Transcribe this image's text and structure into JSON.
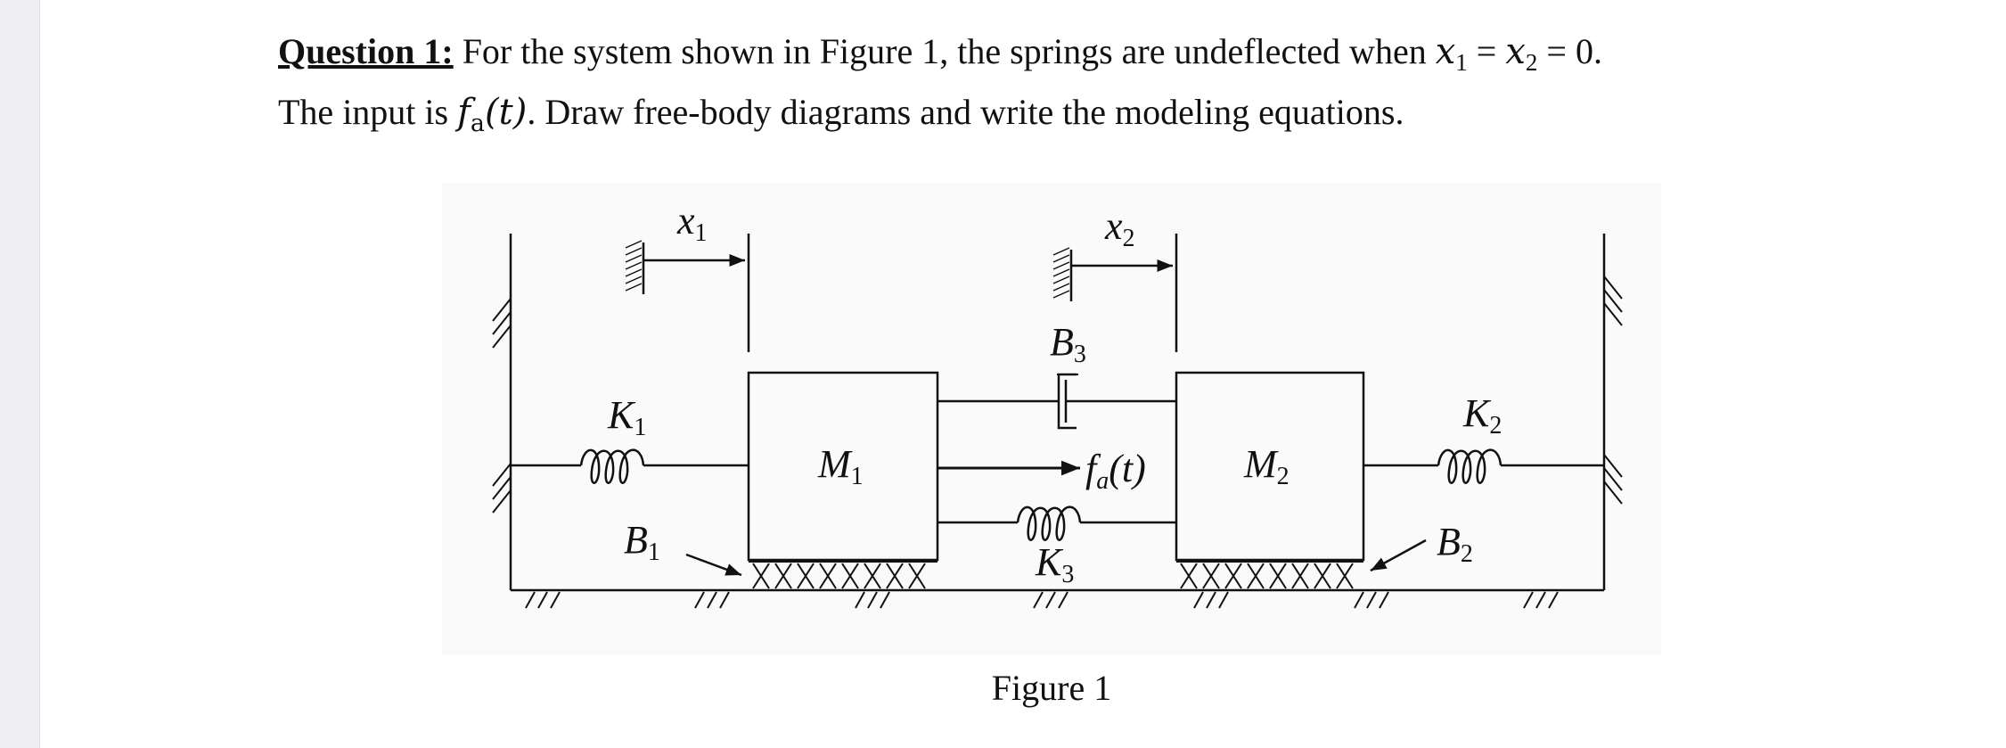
{
  "question": {
    "label": "Question 1:",
    "line1_text": " For the system shown in Figure 1, the springs are undeflected when ",
    "var_x1": "x",
    "sub_1": "1",
    "equals": " = ",
    "var_x2": "x",
    "sub_2": "2",
    "zero": " = 0.",
    "line2_prefix": "The input is ",
    "var_f": "f",
    "sub_a": "a",
    "arg_t": "(t)",
    "line2_suffix": ". Draw free-body diagrams and write the modeling equations."
  },
  "figure": {
    "caption": "Figure 1",
    "labels": {
      "x1": "x",
      "x1_sub": "1",
      "x2": "x",
      "x2_sub": "2",
      "K1": "K",
      "K1_sub": "1",
      "B1": "B",
      "B1_sub": "1",
      "M1": "M",
      "M1_sub": "1",
      "B3": "B",
      "B3_sub": "3",
      "fa": "f",
      "fa_sub": "a",
      "fa_arg": "(t)",
      "K3": "K",
      "K3_sub": "3",
      "M2": "M",
      "M2_sub": "2",
      "K2": "K",
      "K2_sub": "2",
      "B2": "B",
      "B2_sub": "2"
    }
  }
}
